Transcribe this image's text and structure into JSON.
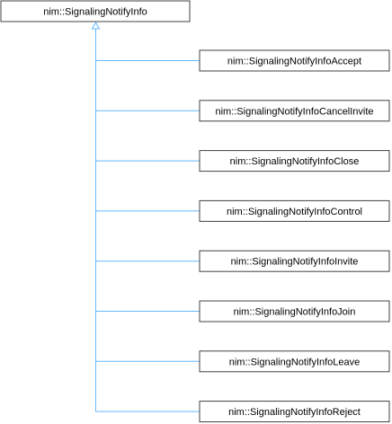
{
  "base_class": {
    "name": "nim::SignalingNotifyInfo"
  },
  "derived_classes": [
    {
      "name": "nim::SignalingNotifyInfoAccept"
    },
    {
      "name": "nim::SignalingNotifyInfoCancelInvite"
    },
    {
      "name": "nim::SignalingNotifyInfoClose"
    },
    {
      "name": "nim::SignalingNotifyInfoControl"
    },
    {
      "name": "nim::SignalingNotifyInfoInvite"
    },
    {
      "name": "nim::SignalingNotifyInfoJoin"
    },
    {
      "name": "nim::SignalingNotifyInfoLeave"
    },
    {
      "name": "nim::SignalingNotifyInfoReject"
    }
  ],
  "colors": {
    "box_border": "#404040",
    "box_fill": "#ffffff",
    "connector": "#63b8ff",
    "text": "#000000"
  }
}
